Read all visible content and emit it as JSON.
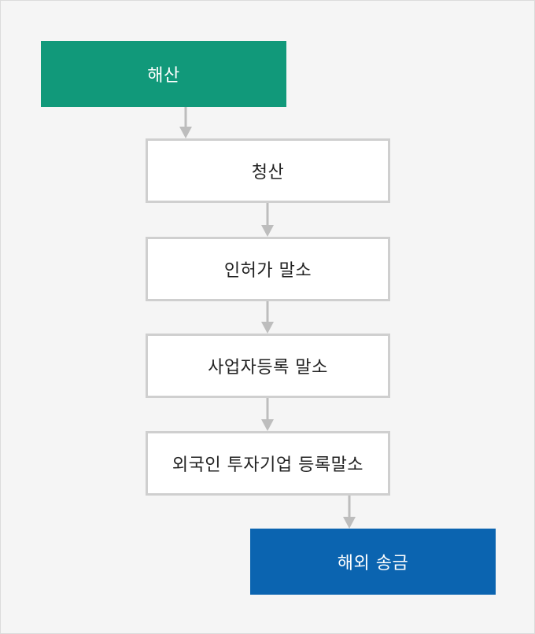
{
  "flow": {
    "start": "해산",
    "steps": [
      "청산",
      "인허가 말소",
      "사업자등록 말소",
      "외국인 투자기업 등록말소"
    ],
    "end": "해외 송금"
  },
  "colors": {
    "start_fill": "#11997a",
    "end_fill": "#0b64b0",
    "step_border": "#cfcfcf",
    "arrow": "#bdbdbd",
    "background": "#f5f5f5"
  }
}
